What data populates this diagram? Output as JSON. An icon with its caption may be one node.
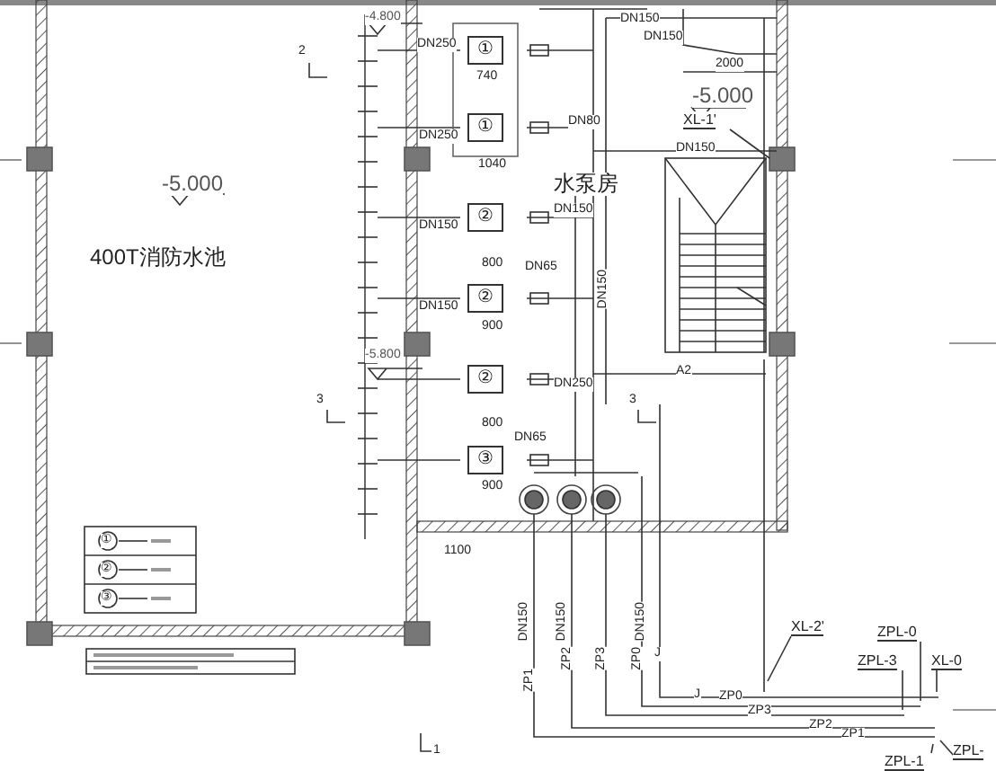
{
  "diagram": {
    "nodes": [
      {
        "text": [
          "①"
        ]
      },
      {
        "text": [
          "①"
        ]
      },
      {
        "text": [
          "②"
        ]
      },
      {
        "text": [
          "②"
        ]
      },
      {
        "text": [
          "②"
        ]
      },
      {
        "text": [
          "③"
        ]
      },
      {
        "text": [
          "XL-1'"
        ]
      },
      {
        "text": [
          "XL-2'"
        ]
      },
      {
        "text": [
          "ZPL-0"
        ]
      },
      {
        "text": [
          "ZPL-3"
        ]
      },
      {
        "text": [
          "XL-0"
        ]
      },
      {
        "text": [
          "ZPL-"
        ]
      },
      {
        "text": [
          "ZPL-1"
        ]
      }
    ],
    "edges": [
      {
        "from": 6,
        "to": null,
        "arrow": "none"
      },
      {
        "from": 7,
        "to": null,
        "arrow": "none"
      },
      {
        "from": 8,
        "to": null,
        "arrow": "none"
      },
      {
        "from": 9,
        "to": null,
        "arrow": "none"
      },
      {
        "from": 10,
        "to": null,
        "arrow": "none"
      },
      {
        "from": 11,
        "to": null,
        "arrow": "none"
      },
      {
        "from": 12,
        "to": null,
        "arrow": "none"
      }
    ],
    "labels": [
      "-4.800",
      "DN150",
      "DN150",
      "2",
      "DN250",
      "2000",
      "740",
      "DN80",
      "-5.000",
      "-5.000",
      "DN250",
      "1040",
      "DN150",
      "水泵房",
      "DN150",
      "DN150",
      "400T消防水池",
      "800",
      "DN65",
      "DN150",
      "900",
      "DN150",
      "-5.800",
      "A2",
      "DN250",
      "3",
      "3",
      "800",
      "DN65",
      "900",
      "1100",
      "①",
      "②",
      "③",
      "DN150",
      "DN150",
      "DN150",
      "ZP1",
      "ZP2",
      "ZP3",
      "ZP0",
      "J",
      "J",
      "ZP0",
      "ZP3",
      "ZP2",
      "ZP1",
      "1"
    ]
  }
}
